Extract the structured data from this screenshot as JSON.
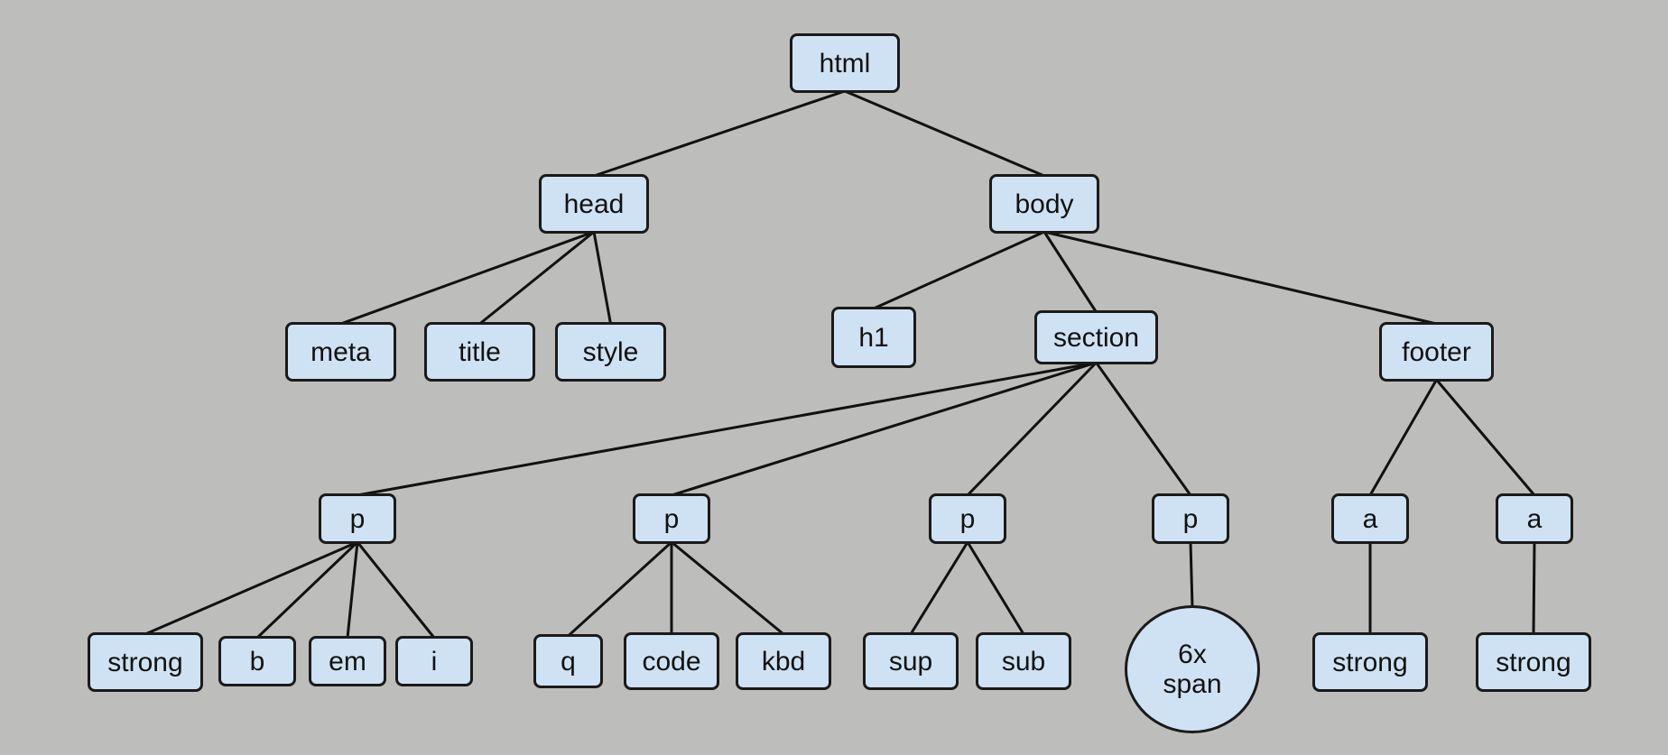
{
  "diagram": {
    "type": "tree",
    "colors": {
      "background": "#bdbdbc",
      "node_fill": "#cfe2f3",
      "stroke": "#1a1a1a"
    },
    "nodes": {
      "html": "html",
      "head": "head",
      "body": "body",
      "meta": "meta",
      "title": "title",
      "style": "style",
      "h1": "h1",
      "section": "section",
      "footer": "footer",
      "p1": "p",
      "p2": "p",
      "p3": "p",
      "p4": "p",
      "a1": "a",
      "a2": "a",
      "strong1": "strong",
      "b": "b",
      "em": "em",
      "i": "i",
      "q": "q",
      "code": "code",
      "kbd": "kbd",
      "sup": "sup",
      "sub": "sub",
      "span": "6x\nspan",
      "strong2": "strong",
      "strong3": "strong"
    },
    "edges": [
      [
        "html",
        "head"
      ],
      [
        "html",
        "body"
      ],
      [
        "head",
        "meta"
      ],
      [
        "head",
        "title"
      ],
      [
        "head",
        "style"
      ],
      [
        "body",
        "h1"
      ],
      [
        "body",
        "section"
      ],
      [
        "body",
        "footer"
      ],
      [
        "section",
        "p1"
      ],
      [
        "section",
        "p2"
      ],
      [
        "section",
        "p3"
      ],
      [
        "section",
        "p4"
      ],
      [
        "footer",
        "a1"
      ],
      [
        "footer",
        "a2"
      ],
      [
        "p1",
        "strong1"
      ],
      [
        "p1",
        "b"
      ],
      [
        "p1",
        "em"
      ],
      [
        "p1",
        "i"
      ],
      [
        "p2",
        "q"
      ],
      [
        "p2",
        "code"
      ],
      [
        "p2",
        "kbd"
      ],
      [
        "p3",
        "sup"
      ],
      [
        "p3",
        "sub"
      ],
      [
        "p4",
        "span"
      ],
      [
        "a1",
        "strong2"
      ],
      [
        "a2",
        "strong3"
      ]
    ]
  }
}
